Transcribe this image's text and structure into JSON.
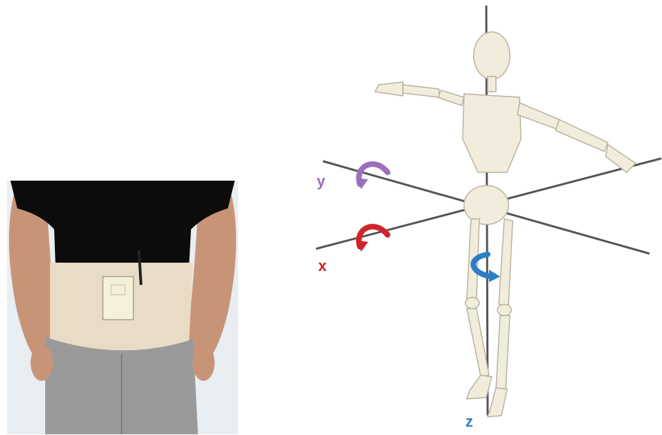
{
  "figure": {
    "axes": [
      {
        "id": "x",
        "label": "x",
        "color": "#d2232a"
      },
      {
        "id": "y",
        "label": "y",
        "color": "#9b6fbd"
      },
      {
        "id": "z",
        "label": "z",
        "color": "#2a7fc6"
      }
    ]
  },
  "colors": {
    "axis_line": "#555555",
    "bone_fill": "#f1ecdc",
    "bone_stroke": "#b9b2a0",
    "shirt": "#0c0c0c",
    "belt": "#e9dcc6",
    "pants": "#9a9a9a",
    "skin": "#c89478",
    "background_photo": "#e8eef2"
  },
  "icons": {
    "x_rotation": "rotation-arrow-icon",
    "y_rotation": "rotation-arrow-icon",
    "z_rotation": "rotation-arrow-icon"
  }
}
